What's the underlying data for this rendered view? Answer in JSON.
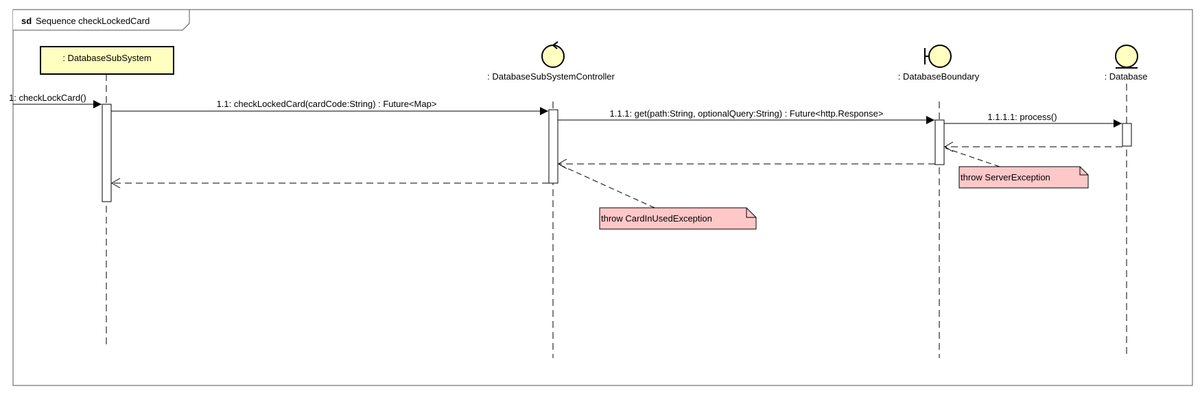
{
  "frame": {
    "keyword": "sd",
    "title": "Sequence checkLockedCard"
  },
  "lifelines": [
    {
      "id": "subsystem",
      "label": ": DatabaseSubSystem",
      "kind": "class-box",
      "fill": "#ffffc0"
    },
    {
      "id": "controller",
      "label": ": DatabaseSubSystemController",
      "kind": "control-icon"
    },
    {
      "id": "boundary",
      "label": ": DatabaseBoundary",
      "kind": "boundary-icon"
    },
    {
      "id": "database",
      "label": ": Database",
      "kind": "entity-icon"
    }
  ],
  "messages": [
    {
      "id": "m1",
      "label": "1: checkLockCard()",
      "from": "found",
      "to": "subsystem",
      "kind": "sync"
    },
    {
      "id": "m1_1",
      "label": "1.1: checkLockedCard(cardCode:String) : Future<Map>",
      "from": "subsystem",
      "to": "controller",
      "kind": "sync"
    },
    {
      "id": "m1_1_1",
      "label": "1.1.1: get(path:String, optionalQuery:String) : Future<http.Response>",
      "from": "controller",
      "to": "boundary",
      "kind": "sync"
    },
    {
      "id": "m1_1_1_1",
      "label": "1.1.1.1: process()",
      "from": "boundary",
      "to": "database",
      "kind": "sync"
    },
    {
      "id": "r1",
      "label": "",
      "from": "database",
      "to": "boundary",
      "kind": "return"
    },
    {
      "id": "r2",
      "label": "",
      "from": "boundary",
      "to": "controller",
      "kind": "return"
    },
    {
      "id": "r3",
      "label": "",
      "from": "controller",
      "to": "subsystem",
      "kind": "return"
    }
  ],
  "notes": [
    {
      "id": "server-exception",
      "label": "throw ServerException",
      "fill": "#ffc8c8"
    },
    {
      "id": "card-exception",
      "label": "throw CardInUsedException",
      "fill": "#ffc8c8"
    }
  ],
  "colors": {
    "line": "#000000",
    "participant_fill": "#ffffc0",
    "note_fill": "#ffc8c8",
    "icon_fill": "#ffffc0"
  }
}
